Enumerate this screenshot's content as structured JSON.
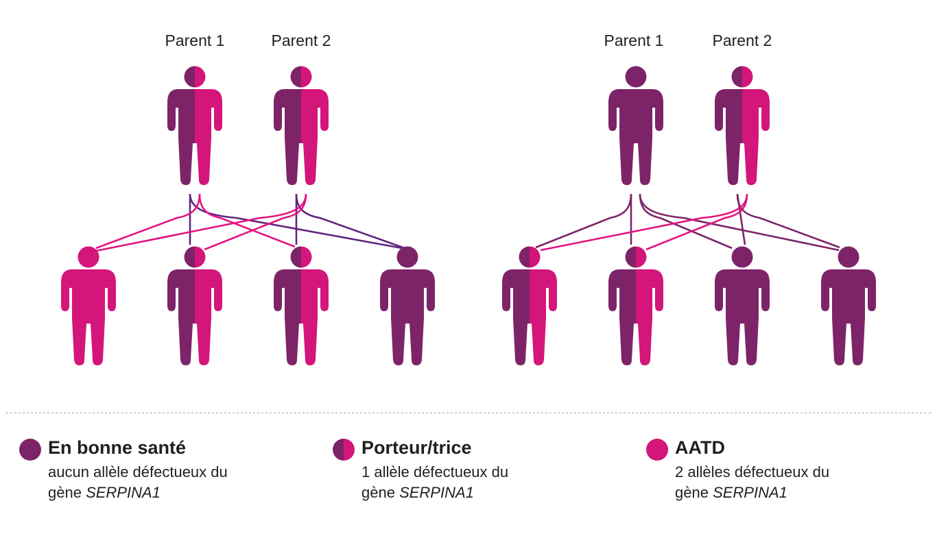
{
  "colors": {
    "healthy": "#7d2468",
    "affected": "#d4157a",
    "line_purple": "#5f2580",
    "line_pink": "#e3137f",
    "line_purple_right": "#7d2468"
  },
  "groups": [
    {
      "parents": [
        {
          "label": "Parent 1",
          "status": "carrier"
        },
        {
          "label": "Parent 2",
          "status": "carrier"
        }
      ],
      "children": [
        "aatd",
        "carrier",
        "carrier",
        "healthy"
      ]
    },
    {
      "parents": [
        {
          "label": "Parent 1",
          "status": "healthy"
        },
        {
          "label": "Parent 2",
          "status": "carrier"
        }
      ],
      "children": [
        "carrier",
        "carrier",
        "healthy",
        "healthy"
      ]
    }
  ],
  "legend": [
    {
      "status": "healthy",
      "title": "En bonne santé",
      "line1": "aucun allèle défectueux du",
      "line2_prefix": "gène ",
      "gene": "SERPINA1"
    },
    {
      "status": "carrier",
      "title": "Porteur/trice",
      "line1": "1 allèle défectueux du",
      "line2_prefix": "gène ",
      "gene": "SERPINA1"
    },
    {
      "status": "aatd",
      "title": "AATD",
      "line1": "2 allèles défectueux du",
      "line2_prefix": "gène ",
      "gene": "SERPINA1"
    }
  ]
}
